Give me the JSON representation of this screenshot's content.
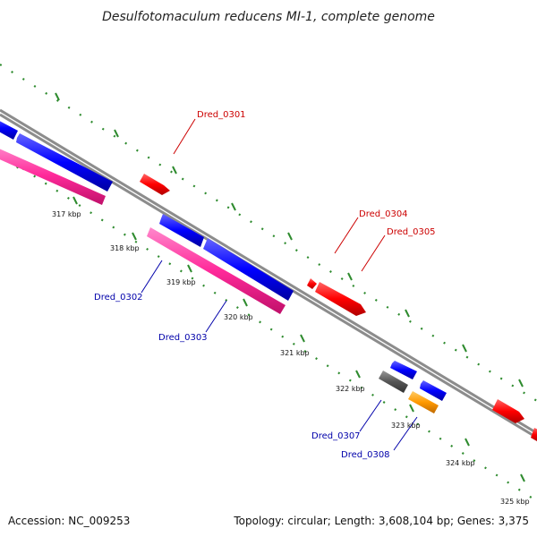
{
  "title": "Desulfotomaculum reducens MI-1, complete genome",
  "footer": {
    "accession": "Accession: NC_009253",
    "summary": "Topology: circular; Length: 3,608,104 bp; Genes: 3,375"
  },
  "colors": {
    "backbone": "#8c8c8c",
    "tick": "#2e8b2e",
    "forward_label": "#cc0000",
    "reverse_label": "#0000aa",
    "red": "#ff0000",
    "blue": "#0000ff",
    "pink": "#ff3399",
    "gray": "#555555",
    "orange": "#ff9900"
  },
  "ticks": [
    "317 kbp",
    "318 kbp",
    "319 kbp",
    "320 kbp",
    "321 kbp",
    "322 kbp",
    "323 kbp",
    "324 kbp",
    "325 kbp"
  ],
  "gene_labels": [
    "Dred_0301",
    "Dred_0302",
    "Dred_0303",
    "Dred_0304",
    "Dred_0305",
    "Dred_0307",
    "Dred_0308"
  ]
}
